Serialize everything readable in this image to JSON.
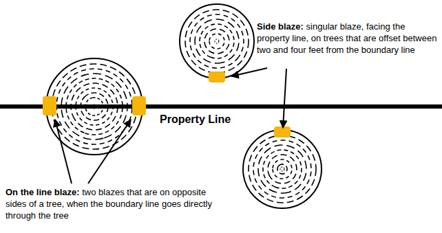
{
  "diagram": {
    "labels": [
      "Side blaze:",
      "singular blaze, facing the property line, on trees that are offset between two and four feet from the boundary line",
      "Property Line",
      "On the line blaze:",
      "two blazes that are on opposite sides of a tree, when the boundary line goes directly through the tree"
    ]
  }
}
